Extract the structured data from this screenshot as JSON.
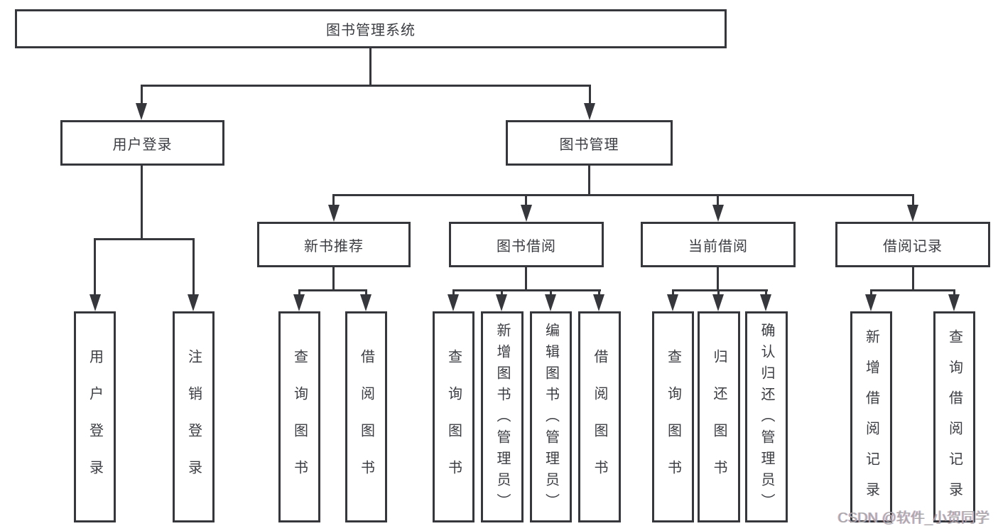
{
  "diagram": {
    "root": {
      "label": "图书管理系统"
    },
    "level2": [
      {
        "label": "用户登录"
      },
      {
        "label": "图书管理"
      }
    ],
    "level3": [
      {
        "label": "新书推荐"
      },
      {
        "label": "图书借阅"
      },
      {
        "label": "当前借阅"
      },
      {
        "label": "借阅记录"
      }
    ],
    "leaves": {
      "login": [
        "用户登录",
        "注销登录"
      ],
      "recommend": [
        "查询图书",
        "借阅图书"
      ],
      "borrow": [
        "查询图书",
        "新增图书（管理员）",
        "编辑图书（管理员）",
        "借阅图书"
      ],
      "current": [
        "查询图书",
        "归还图书",
        "确认归还（管理员）"
      ],
      "records": [
        "新增借阅记录",
        "查询借阅记录"
      ]
    }
  },
  "watermark": {
    "label": "CSDN @软件_小贺同学"
  },
  "colors": {
    "line": "#35373c",
    "text": "#3b3d42",
    "watermark": "#a8a8a8"
  }
}
